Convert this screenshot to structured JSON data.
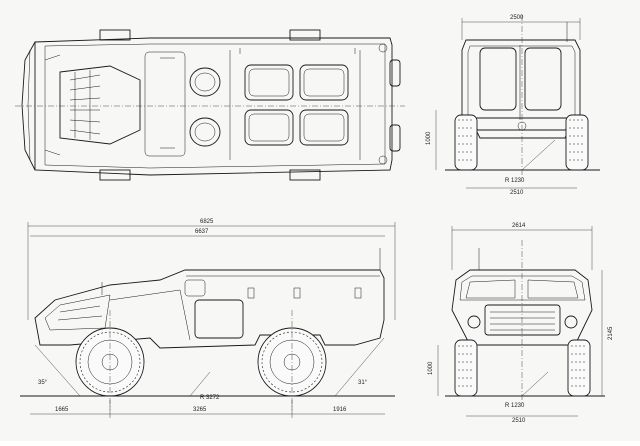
{
  "drawing": {
    "views": {
      "top": {
        "name": "top-view"
      },
      "rear": {
        "name": "rear-view",
        "dims": {
          "width": "2500",
          "height": "1000",
          "radius": "R 1230",
          "track": "2510"
        }
      },
      "side": {
        "name": "side-view",
        "dims": {
          "overall_length": "6825",
          "body_length": "6637",
          "front_overhang": "1665",
          "wheelbase": "3265",
          "rear_overhang": "1916",
          "turning_radius": "R 3272",
          "approach_angle": "35°",
          "departure_angle": "31°"
        }
      },
      "front": {
        "name": "front-view",
        "dims": {
          "width": "2614",
          "height": "2145",
          "ground": "1000",
          "radius": "R 1230",
          "track": "2510"
        }
      }
    }
  }
}
